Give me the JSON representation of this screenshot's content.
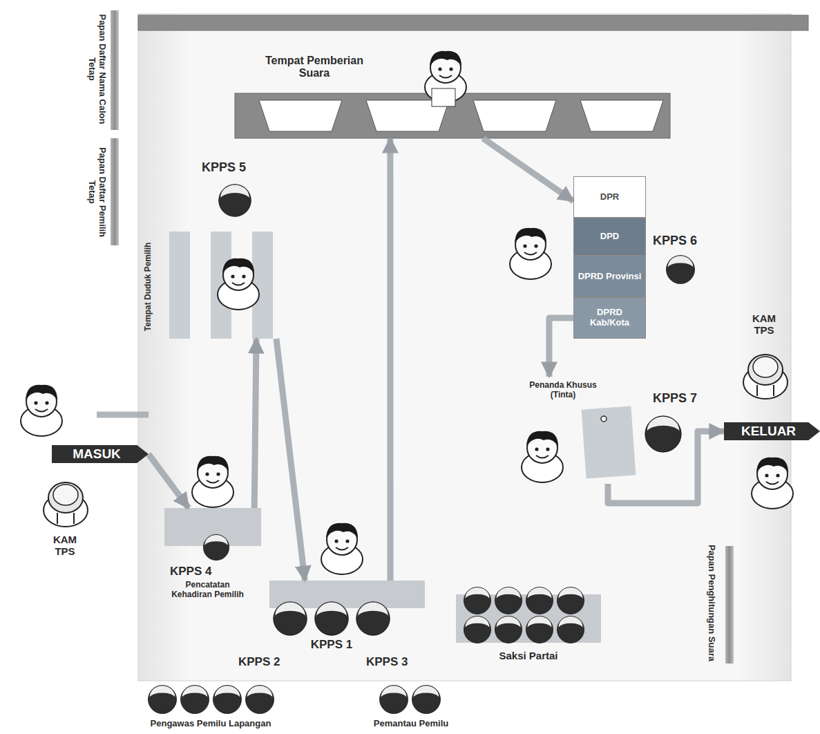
{
  "diagram": {
    "nodes": [
      {
        "text": [
          "Tempat Pemberian Suara"
        ]
      },
      {
        "text": [
          "DPR"
        ]
      },
      {
        "text": [
          "DPD"
        ]
      },
      {
        "text": [
          "DPRD Provinsi"
        ]
      },
      {
        "text": [
          "DPRD Kab/Kota"
        ]
      },
      {
        "text": [
          "Tempat Duduk Pemilih"
        ]
      },
      {
        "text": [
          "MASUK"
        ]
      },
      {
        "text": [
          "KELUAR"
        ]
      },
      {
        "text": [
          "Penanda Khusus (Tinta)"
        ]
      },
      {
        "text": [
          "KPPS 4",
          "Pencatatan Kehadiran Pemilih"
        ]
      },
      {
        "text": [
          "KPPS 1",
          "KPPS 2",
          "KPPS 3"
        ]
      },
      {
        "text": [
          "Saksi Partai"
        ]
      }
    ],
    "edges": [
      {
        "from": 6,
        "to": 9,
        "arrow": "to"
      },
      {
        "from": 9,
        "to": 5,
        "arrow": "to"
      },
      {
        "from": 5,
        "to": 10,
        "arrow": "to"
      },
      {
        "from": 10,
        "to": 0,
        "arrow": "to"
      },
      {
        "from": 0,
        "to": 1,
        "arrow": "to"
      },
      {
        "from": 4,
        "to": 8,
        "arrow": "to"
      },
      {
        "from": 8,
        "to": 7,
        "arrow": "to"
      }
    ],
    "labels": [
      "Papan Daftar Nama Calon Tetap",
      "Papan Daftar Pemilih Tetap",
      "KPPS 5",
      "KPPS 6",
      "KAM TPS",
      "KPPS 7",
      "KAM TPS",
      "Papan Penghitungan Suara",
      "Pengawas Pemilu Lapangan",
      "Pemantau Pemilu"
    ]
  }
}
